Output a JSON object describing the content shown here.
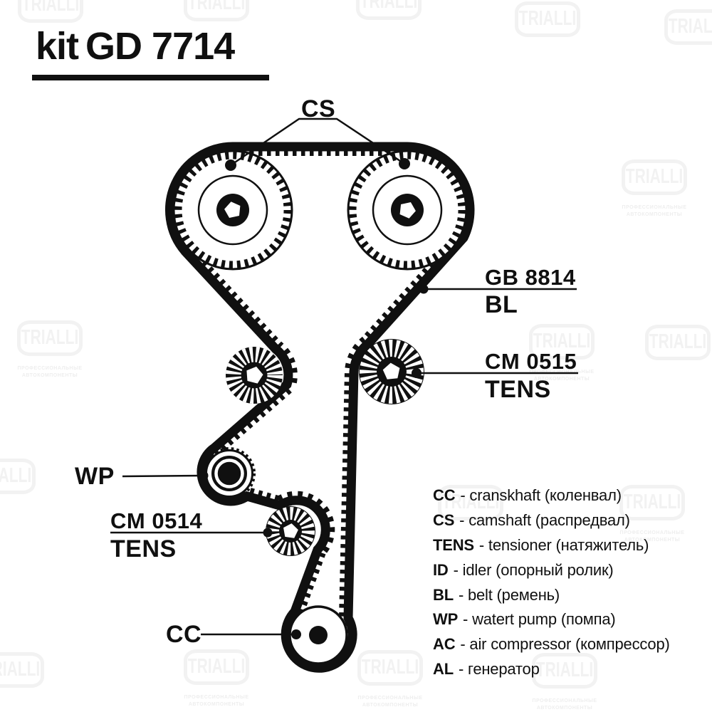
{
  "title": {
    "prefix": "kit",
    "code": "GD 7714"
  },
  "watermark": {
    "brand": "TRIALLI",
    "tagline_line1": "ПРОФЕССИОНАЛЬНЫЕ",
    "tagline_line2": "АВТОКОМПОНЕНТЫ"
  },
  "callouts": {
    "camshaft_label": "CS",
    "belt_code": "GB 8814",
    "belt_abbr": "BL",
    "tensioner_right_code": "CM 0515",
    "tensioner_right_abbr": "TENS",
    "water_pump_label": "WP",
    "tensioner_lower_code": "CM 0514",
    "tensioner_lower_abbr": "TENS",
    "crankshaft_label": "CC"
  },
  "legend": {
    "items": [
      {
        "abbr": "CC",
        "rest": "- cranskhaft (коленвал)"
      },
      {
        "abbr": "CS",
        "rest": "- camshaft (распредвал)"
      },
      {
        "abbr": "TENS",
        "rest": "- tensioner (натяжитель)"
      },
      {
        "abbr": "ID",
        "rest": "- idler (опорный ролик)"
      },
      {
        "abbr": "BL",
        "rest": "- belt (ремень)"
      },
      {
        "abbr": "WP",
        "rest": "- watert pump (помпа)"
      },
      {
        "abbr": "AC",
        "rest": "- air compressor (компрессор)"
      },
      {
        "abbr": "AL",
        "rest": "- генератор"
      }
    ]
  },
  "colors": {
    "ink": "#101010",
    "paper": "#ffffff",
    "watermark": "#f2f2f2"
  }
}
